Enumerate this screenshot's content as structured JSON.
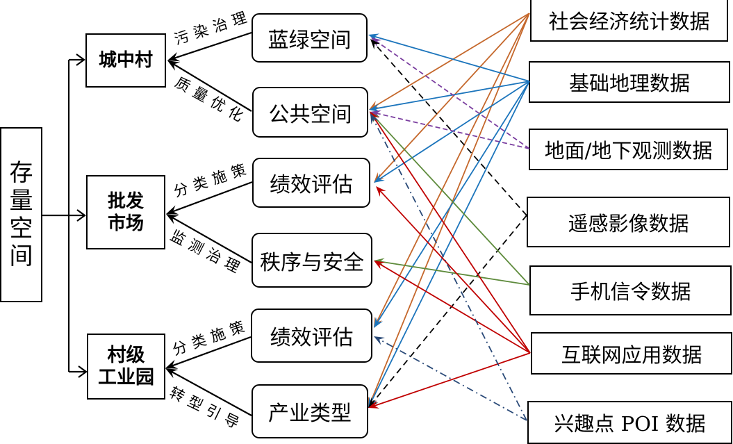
{
  "diagram": {
    "root": {
      "id": "stock_space",
      "label": "存量空间"
    },
    "categories": [
      {
        "id": "urban_village",
        "lines": [
          "城中村"
        ]
      },
      {
        "id": "wholesale_market",
        "lines": [
          "批发",
          "市场"
        ]
      },
      {
        "id": "village_industrial_park",
        "lines": [
          "村级",
          "工业园"
        ]
      }
    ],
    "aspects": [
      {
        "id": "blue_green_space",
        "label": "蓝绿空间",
        "category": "urban_village",
        "relation": "污染治理"
      },
      {
        "id": "public_space",
        "label": "公共空间",
        "category": "urban_village",
        "relation": "质量优化"
      },
      {
        "id": "performance_eval_market",
        "label": "绩效评估",
        "category": "wholesale_market",
        "relation": "分类施策"
      },
      {
        "id": "order_safety",
        "label": "秩序与安全",
        "category": "wholesale_market",
        "relation": "监测治理"
      },
      {
        "id": "performance_eval_park",
        "label": "绩效评估",
        "category": "village_industrial_park",
        "relation": "分类施策"
      },
      {
        "id": "industry_type",
        "label": "产业类型",
        "category": "village_industrial_park",
        "relation": "转型引导"
      }
    ],
    "data_sources": [
      {
        "id": "socioeconomic",
        "label": "社会经济统计数据",
        "color": "#C5682C",
        "line_style": "solid",
        "targets": [
          "public_space",
          "performance_eval_market",
          "performance_eval_park",
          "industry_type"
        ]
      },
      {
        "id": "basic_geo",
        "label": "基础地理数据",
        "color": "#1C75BC",
        "line_style": "solid",
        "targets": [
          "blue_green_space",
          "public_space",
          "performance_eval_market",
          "performance_eval_park",
          "industry_type"
        ]
      },
      {
        "id": "ground_obs",
        "label": "地面/地下观测数据",
        "color": "#7B3FA0",
        "line_style": "dashed",
        "targets": [
          "blue_green_space",
          "public_space"
        ]
      },
      {
        "id": "remote_sensing",
        "label": "遥感影像数据",
        "color": "#000000",
        "line_style": "long-dashed",
        "targets": [
          "blue_green_space",
          "industry_type"
        ]
      },
      {
        "id": "mobile",
        "label": "手机信令数据",
        "color": "#5E8B3C",
        "line_style": "solid",
        "targets": [
          "public_space",
          "order_safety"
        ]
      },
      {
        "id": "internet",
        "label": "互联网应用数据",
        "color": "#C00000",
        "line_style": "solid",
        "targets": [
          "public_space",
          "performance_eval_market",
          "order_safety",
          "industry_type"
        ]
      },
      {
        "id": "poi",
        "label": "兴趣点 POI 数据",
        "color": "#2A4A78",
        "line_style": "dash-dot",
        "targets": [
          "public_space",
          "performance_eval_park"
        ]
      }
    ]
  }
}
